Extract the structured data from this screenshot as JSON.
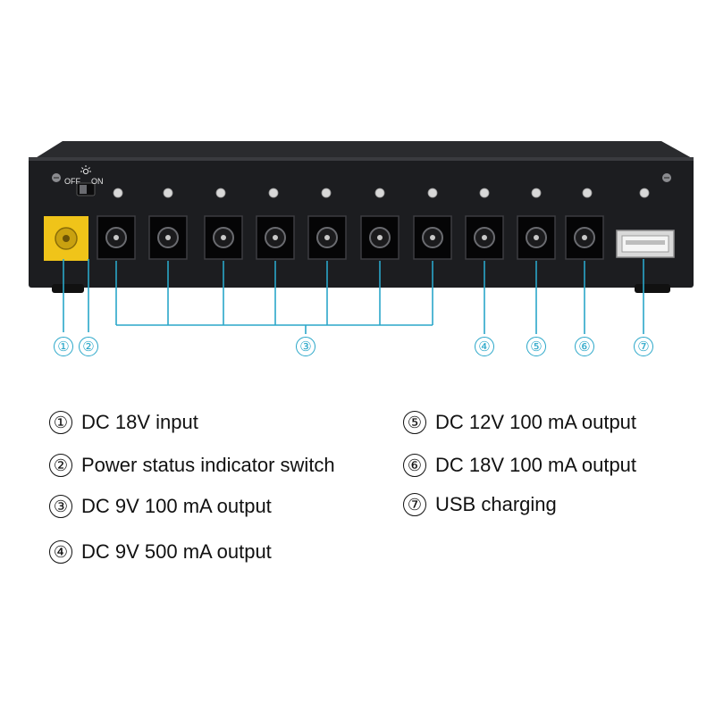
{
  "device": {
    "switch_off_label": "OFF",
    "switch_on_label": "ON",
    "sun_icon": "sun-icon",
    "body_color": "#1c1d20",
    "accent_color": "#2aa7c9",
    "input_jack_color": "#f0c419"
  },
  "callouts": [
    "①",
    "②",
    "③",
    "④",
    "⑤",
    "⑥",
    "⑦"
  ],
  "legend": [
    {
      "num": "①",
      "text": "DC 18V input"
    },
    {
      "num": "②",
      "text": "Power status indicator switch"
    },
    {
      "num": "③",
      "text": "DC 9V 100 mA output"
    },
    {
      "num": "④",
      "text": "DC 9V 500 mA output"
    },
    {
      "num": "⑤",
      "text": "DC 12V 100 mA output"
    },
    {
      "num": "⑥",
      "text": "DC 18V 100 mA output"
    },
    {
      "num": "⑦",
      "text": "USB charging"
    }
  ]
}
